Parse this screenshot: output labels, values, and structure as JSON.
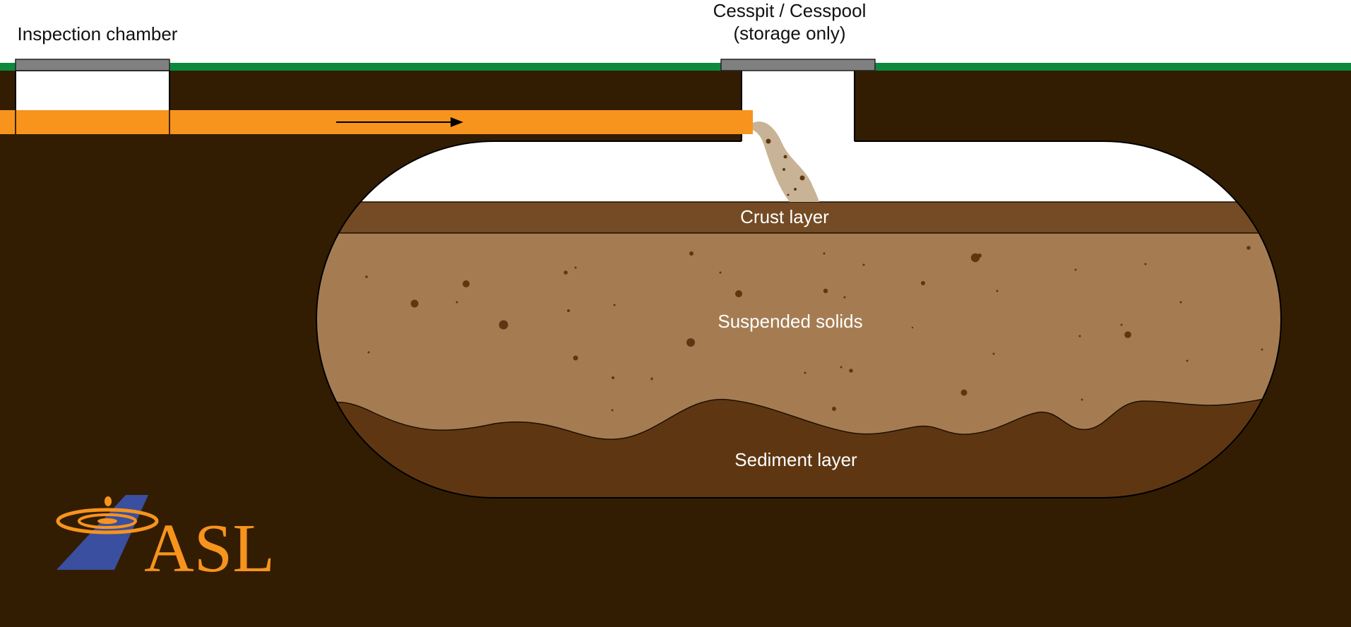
{
  "labels": {
    "inspection_chamber": "Inspection chamber",
    "cesspit_line1": "Cesspit / Cesspool",
    "cesspit_line2": "(storage only)",
    "crust_layer": "Crust layer",
    "suspended_solids": "Suspended solids",
    "sediment_layer": "Sediment layer"
  },
  "logo": {
    "text": "ASL"
  },
  "colors": {
    "soil": "#331d02",
    "grass": "#0b8a3f",
    "pipe": "#f7941d",
    "lid": "#808080",
    "crust": "#744b24",
    "suspended": "#a57c52",
    "sediment": "#5e3712",
    "effluent": "#c9b397",
    "particle": "#5e3712",
    "logo_blue": "#3a4fa0",
    "logo_orange": "#f7941d"
  },
  "icons": {
    "flow": "arrow-right-icon"
  }
}
